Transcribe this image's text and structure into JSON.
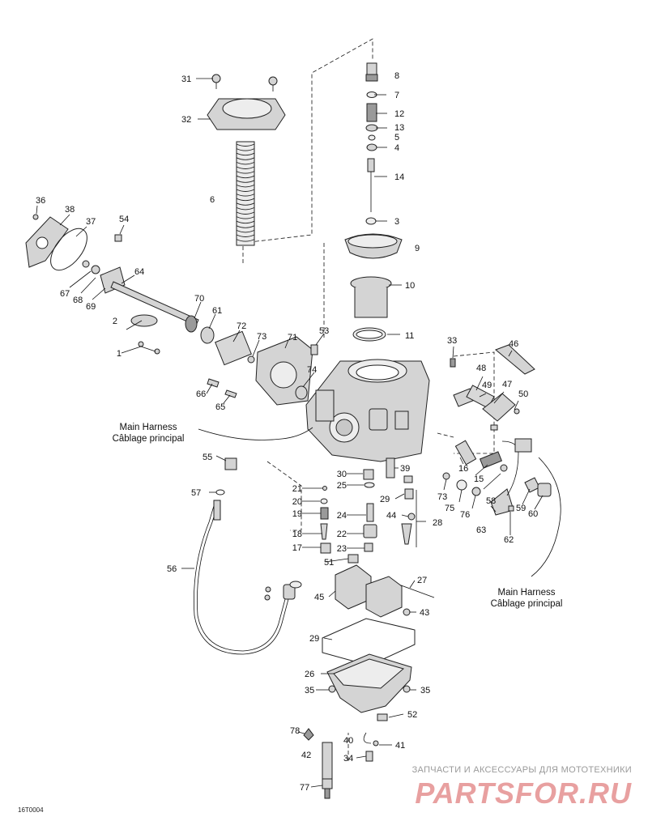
{
  "callouts": [
    "1",
    "2",
    "3",
    "4",
    "5",
    "6",
    "7",
    "8",
    "9",
    "10",
    "11",
    "12",
    "13",
    "14",
    "15",
    "16",
    "17",
    "18",
    "19",
    "20",
    "21",
    "22",
    "23",
    "24",
    "25",
    "26",
    "27",
    "28",
    "29",
    "29",
    "30",
    "31",
    "32",
    "33",
    "34",
    "35",
    "35",
    "36",
    "37",
    "38",
    "39",
    "40",
    "41",
    "42",
    "43",
    "44",
    "45",
    "46",
    "47",
    "48",
    "49",
    "50",
    "51",
    "52",
    "53",
    "54",
    "55",
    "56",
    "57",
    "58",
    "59",
    "60",
    "61",
    "62",
    "63",
    "64",
    "65",
    "66",
    "67",
    "68",
    "69",
    "70",
    "71",
    "72",
    "73",
    "73",
    "74",
    "75",
    "76",
    "77",
    "78"
  ],
  "labels": {
    "harness_left_line1": "Main Harness",
    "harness_left_line2": "Câblage principal",
    "harness_right_line1": "Main Harness",
    "harness_right_line2": "Câblage principal",
    "part_code": "16T0004"
  },
  "watermark": {
    "tagline": "ЗАПЧАСТИ И АКСЕССУАРЫ ДЛЯ МОТОТЕХНИКИ",
    "brand": "PARTSFOR.RU"
  }
}
